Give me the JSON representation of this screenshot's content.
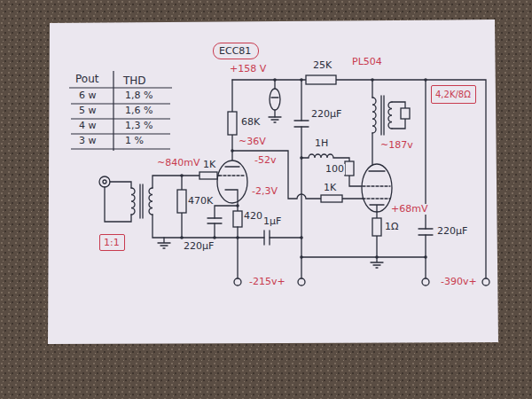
{
  "diagram": {
    "nodes": [
      {
        "text": [
          "ECC81"
        ]
      },
      {
        "text": [
          "4,2K/8Ω"
        ]
      },
      {
        "text": [
          "1:1"
        ]
      }
    ],
    "labels": [
      "Pout",
      "THD",
      "6 w",
      "1,8 %",
      "5 w",
      "1,6 %",
      "4 w",
      "1,3 %",
      "3 w",
      "1 %",
      "+158 V",
      "25K",
      "PL504",
      "68K",
      "220µF",
      "~36V",
      "-52v",
      "1H",
      "~187v",
      "~840mV",
      "1K",
      "100",
      "1K",
      "470K",
      "-2,3V",
      "420",
      "+68mV",
      "220µF",
      "1µF",
      "1Ω",
      "220µF",
      "-215v+",
      "-390v+"
    ]
  }
}
